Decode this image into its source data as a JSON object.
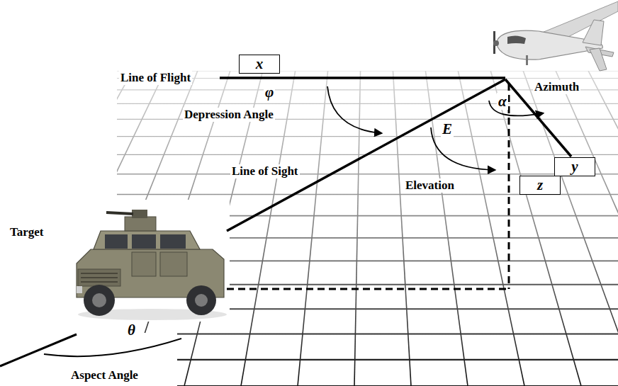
{
  "diagram": {
    "nodes": [
      {
        "text": [
          "x"
        ]
      },
      {
        "text": [
          "y"
        ]
      },
      {
        "text": [
          "z"
        ]
      }
    ],
    "labels": [
      "Line of Flight",
      "Depression Angle",
      "φ",
      "Line of Sight",
      "E",
      "Elevation",
      "α",
      "Azimuth",
      "Target",
      "θ",
      "Aspect Angle"
    ]
  }
}
